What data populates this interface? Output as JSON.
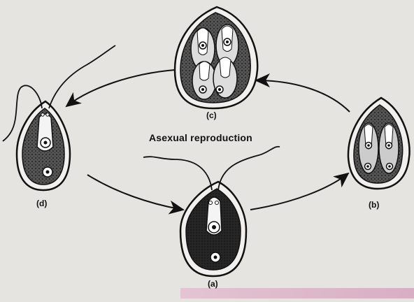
{
  "diagram": {
    "title": "Asexual reproduction",
    "stages": {
      "a": "(a)",
      "b": "(b)",
      "c": "(c)",
      "d": "(d)"
    }
  },
  "colors": {
    "ink": "#111111",
    "background": "#e6e4e1",
    "shaded_cytoplasm": "#2a2a2a",
    "band": "#d8aec4"
  }
}
